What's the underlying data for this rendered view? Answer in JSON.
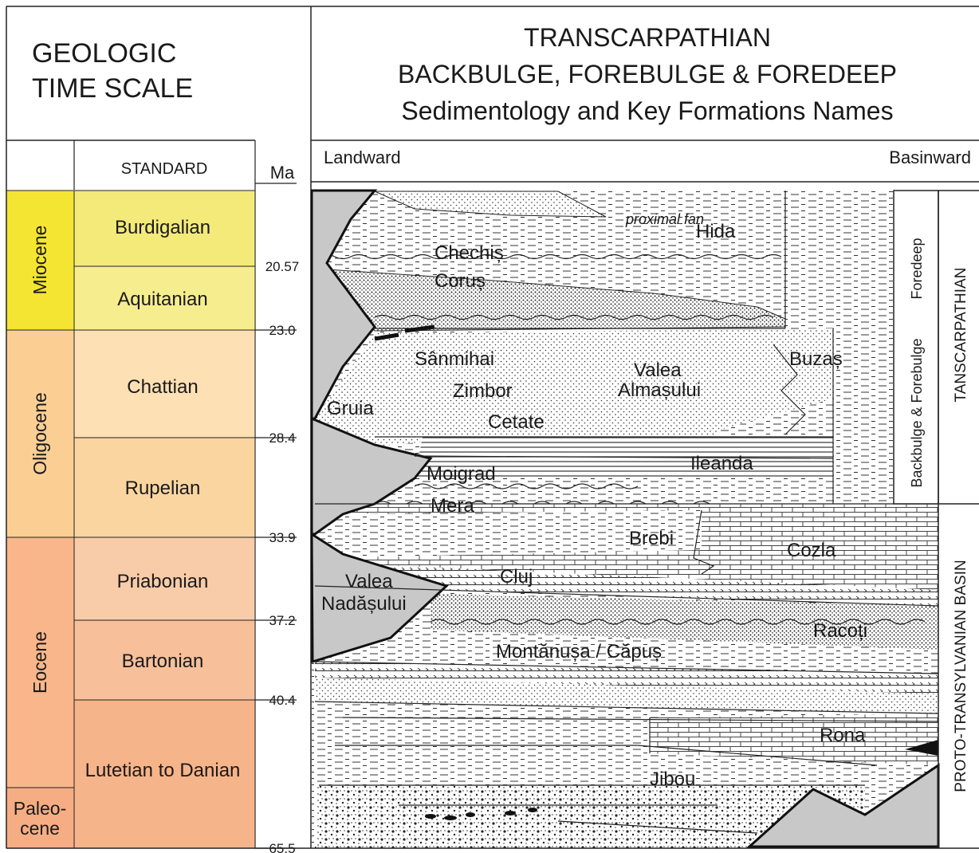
{
  "time_scale": {
    "title_line1": "GEOLOGIC",
    "title_line2": "TIME SCALE",
    "standard_label": "STANDARD",
    "ma_label": "Ma",
    "epochs": [
      {
        "name": "Miocene",
        "color": "#f5e533"
      },
      {
        "name": "Oligocene",
        "color": "#fbcf94"
      },
      {
        "name": "Eocene",
        "color": "#f8b68a"
      },
      {
        "name": "Paleo-\ncene",
        "line1": "Paleo-",
        "line2": "cene",
        "color": "#f6ad83"
      }
    ],
    "stages": [
      {
        "name": "Burdigalian",
        "color": "#f4ea79"
      },
      {
        "name": "Aquitanian",
        "color": "#f6ed8e"
      },
      {
        "name": "Chattian",
        "color": "#fde0b3"
      },
      {
        "name": "Rupelian",
        "color": "#fbd5a0"
      },
      {
        "name": "Priabonian",
        "color": "#f8cca9"
      },
      {
        "name": "Bartonian",
        "color": "#f7c09a"
      },
      {
        "name": "Lutetian to Danian",
        "color": "#f6b48a"
      }
    ],
    "ages": [
      "20.57",
      "23.0",
      "28.4",
      "33.9",
      "37.2",
      "40.4",
      "65.5"
    ]
  },
  "section": {
    "title_line1": "TRANSCARPATHIAN",
    "title_line2": "BACKBULGE, FOREBULGE & FOREDEEP",
    "title_line3": "Sedimentology and Key Formations Names",
    "landward": "Landward",
    "basinward": "Basinward",
    "formations": {
      "proximal_fan": "proximal fan",
      "hida": "Hida",
      "chechis": "Chechiș",
      "corus": "Coruș",
      "sanmihai": "Sânmihai",
      "zimbor": "Zimbor",
      "cetate": "Cetate",
      "gruia": "Gruia",
      "valea_almasului_1": "Valea",
      "valea_almasului_2": "Almașului",
      "buzas": "Buzaș",
      "ileanda": "Ileanda",
      "moigrad": "Moigrad",
      "mera": "Mera",
      "brebi": "Brebi",
      "cozla": "Cozla",
      "cluj": "Cluj",
      "valea_nadasului_1": "Valea",
      "valea_nadasului_2": "Nadășului",
      "racoti": "Racoți",
      "montanusa": "Montănușa / Căpuș",
      "rona": "Rona",
      "jibou": "Jibou"
    },
    "side_labels": {
      "foredeep": "Foredeep",
      "backbulge": "Backbulge & Forebulge",
      "tanscarpathian": "TANSCARPATHIAN",
      "proto": "PROTO-TRANSYLVANIAN BASIN"
    }
  }
}
